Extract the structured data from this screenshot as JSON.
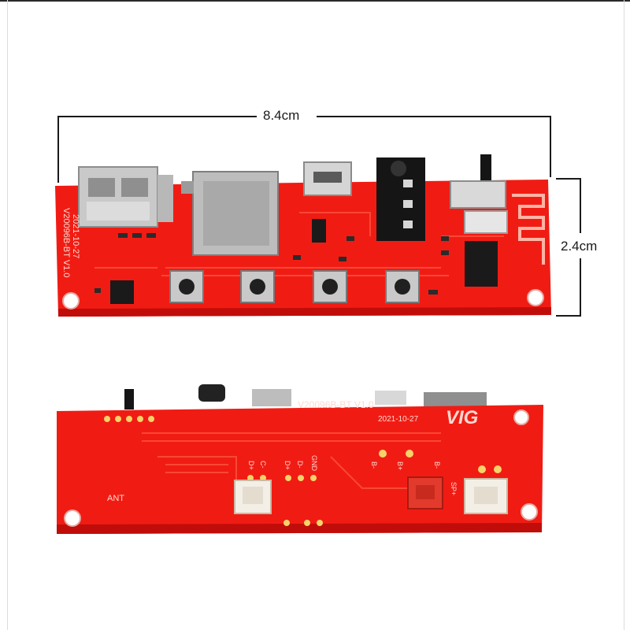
{
  "dimensions": {
    "width_label": "8.4cm",
    "height_label": "2.4cm"
  },
  "top_board": {
    "model_silk": "V20096B-BT V1.0",
    "date_silk": "2021-10-27"
  },
  "bottom_board": {
    "model_silk": "V20096B-BT V1.0",
    "date_silk": "2021-10-27",
    "logo_text": "VIG",
    "pads": {
      "d_plus_left": "D+",
      "c_minus": "C-",
      "d_plus_mid": "D+",
      "d_minus": "D-",
      "gnd": "GND",
      "b_minus": "B-",
      "b_plus": "B+",
      "b_minus_2": "B-",
      "sp_plus": "SP+",
      "ant": "ANT"
    }
  },
  "colors": {
    "pcb_red": "#f01c14",
    "pcb_dark_red": "#c10d0a",
    "metal": "#c9c9c9",
    "black_part": "#151515",
    "connector_white": "#f3efe6"
  }
}
